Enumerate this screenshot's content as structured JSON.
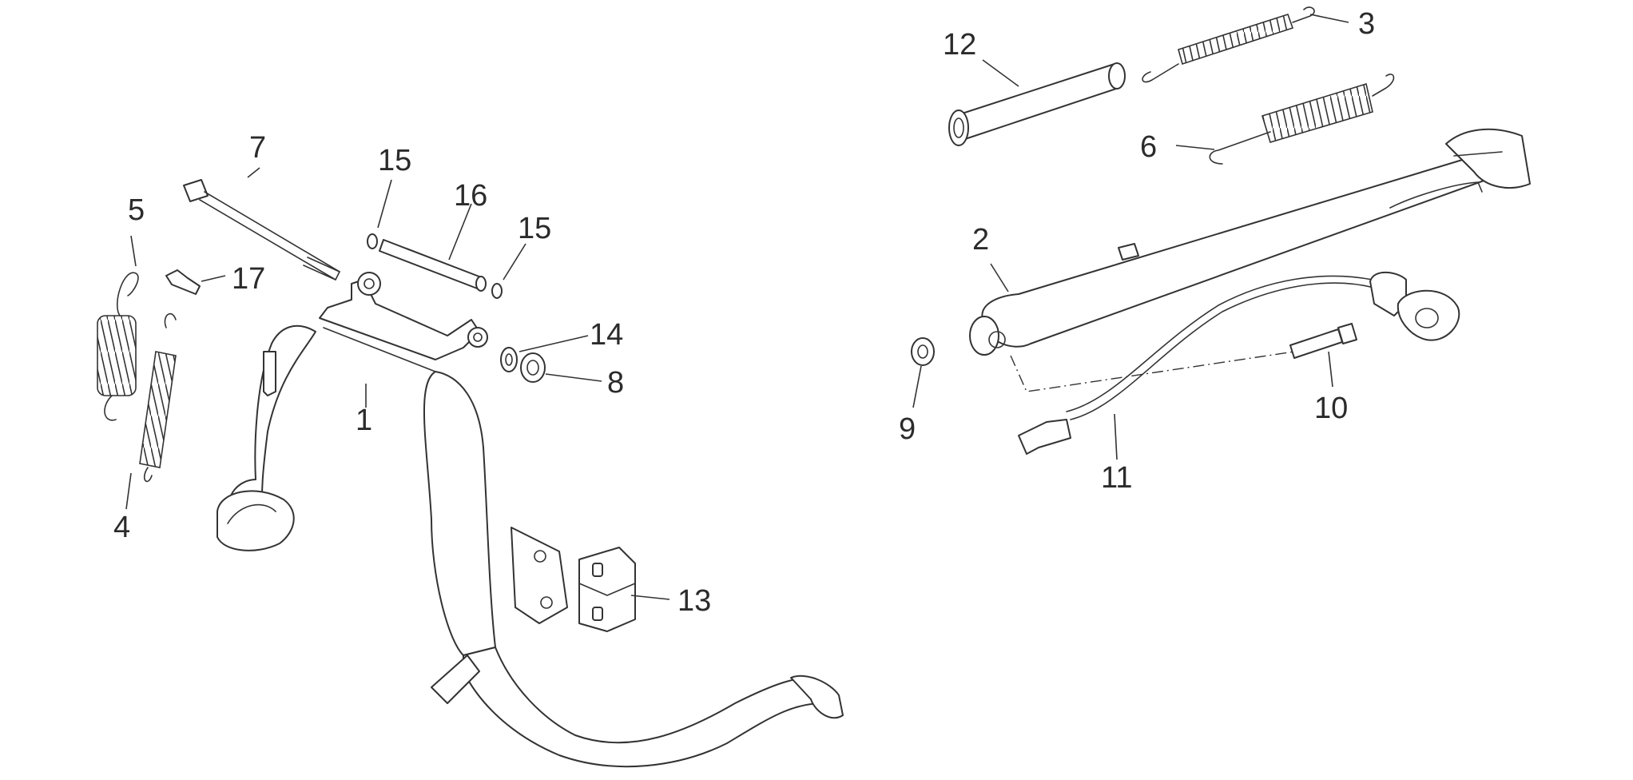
{
  "callouts": [
    {
      "id": "1",
      "text": "1"
    },
    {
      "id": "2",
      "text": "2"
    },
    {
      "id": "3",
      "text": "3"
    },
    {
      "id": "4",
      "text": "4"
    },
    {
      "id": "5",
      "text": "5"
    },
    {
      "id": "6",
      "text": "6"
    },
    {
      "id": "7",
      "text": "7"
    },
    {
      "id": "8",
      "text": "8"
    },
    {
      "id": "9",
      "text": "9"
    },
    {
      "id": "10",
      "text": "10"
    },
    {
      "id": "11",
      "text": "11"
    },
    {
      "id": "12",
      "text": "12"
    },
    {
      "id": "13",
      "text": "13"
    },
    {
      "id": "14",
      "text": "14"
    },
    {
      "id": "15a",
      "text": "15"
    },
    {
      "id": "15b",
      "text": "15"
    },
    {
      "id": "16",
      "text": "16"
    },
    {
      "id": "17",
      "text": "17"
    }
  ]
}
